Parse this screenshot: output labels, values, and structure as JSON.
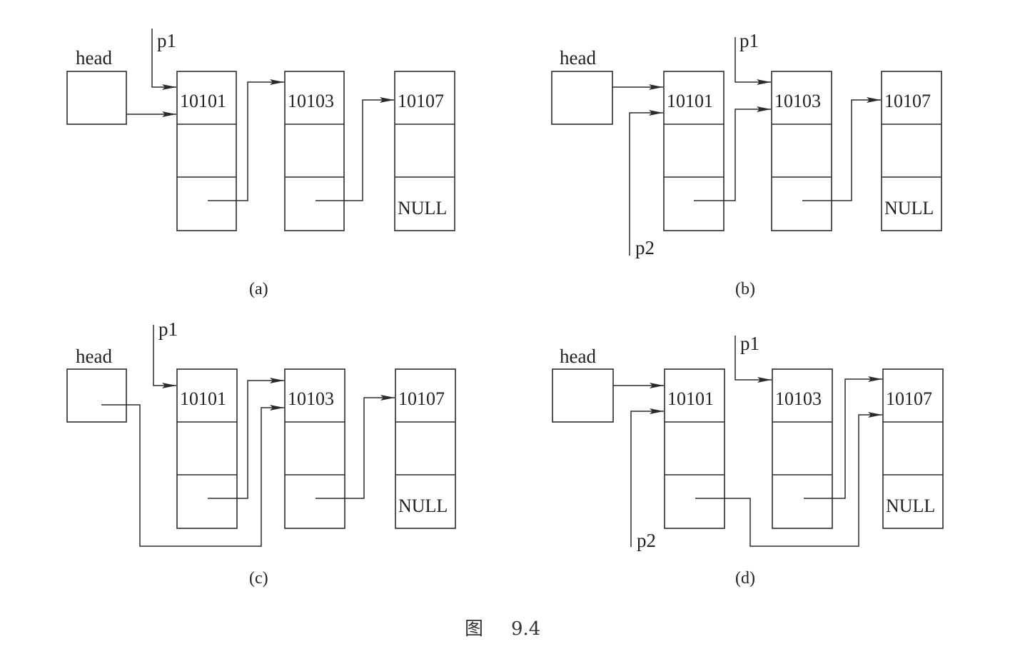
{
  "figure": {
    "caption_prefix": "图",
    "caption_number": "9.4"
  },
  "panels": [
    {
      "id": "a",
      "caption": "(a)",
      "head_label": "head",
      "nodes": [
        {
          "num": "10101",
          "next": "10103"
        },
        {
          "num": "10103",
          "next": "10107"
        },
        {
          "num": "10107",
          "next": "NULL"
        }
      ],
      "pointers": [
        {
          "name": "p1",
          "target": "10101"
        }
      ],
      "head_target": "10101",
      "description": "p1 and head both point to node 10101"
    },
    {
      "id": "b",
      "caption": "(b)",
      "head_label": "head",
      "nodes": [
        {
          "num": "10101",
          "next": "10103"
        },
        {
          "num": "10103",
          "next": "10107"
        },
        {
          "num": "10107",
          "next": "NULL"
        }
      ],
      "pointers": [
        {
          "name": "p1",
          "target": "10103"
        },
        {
          "name": "p2",
          "target": "10101"
        }
      ],
      "head_target": "10101",
      "description": "p1 moves to 10103, p2 points to 10101"
    },
    {
      "id": "c",
      "caption": "(c)",
      "head_label": "head",
      "nodes": [
        {
          "num": "10101",
          "next": "10103"
        },
        {
          "num": "10103",
          "next": "10107"
        },
        {
          "num": "10107",
          "next": "NULL"
        }
      ],
      "pointers": [
        {
          "name": "p1",
          "target": "10101"
        }
      ],
      "head_target": "10103",
      "description": "head re-linked to 10103, p1 still at 10101"
    },
    {
      "id": "d",
      "caption": "(d)",
      "head_label": "head",
      "nodes": [
        {
          "num": "10101",
          "next": "10107"
        },
        {
          "num": "10103",
          "next": "10107"
        },
        {
          "num": "10107",
          "next": "NULL"
        }
      ],
      "pointers": [
        {
          "name": "p1",
          "target": "10103"
        },
        {
          "name": "p2",
          "target": "10101"
        }
      ],
      "head_target": "10101",
      "description": "10101's next re-linked to 10107, bypassing 10103"
    }
  ]
}
